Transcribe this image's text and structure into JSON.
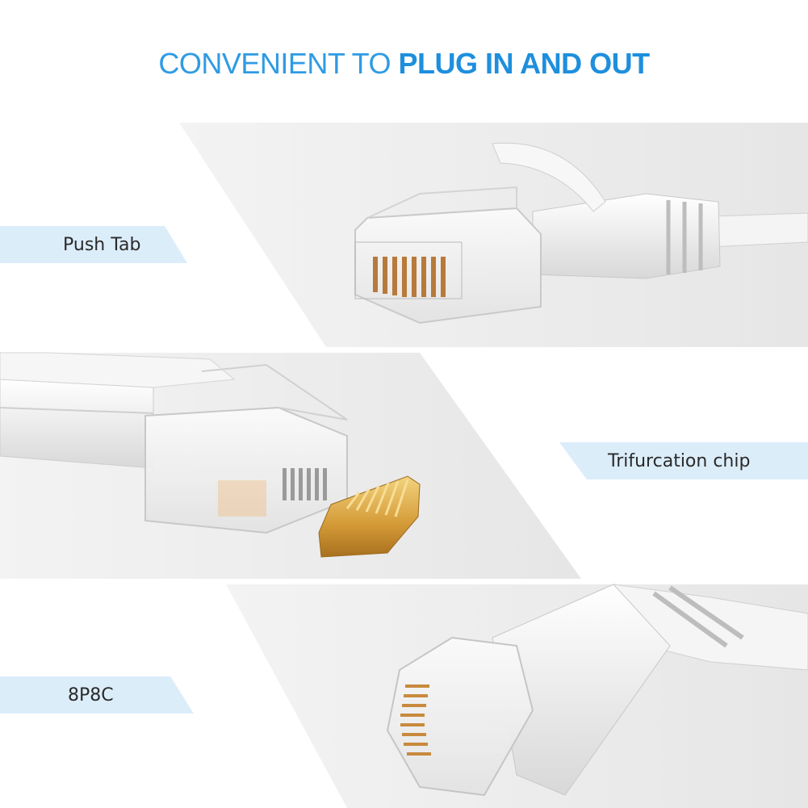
{
  "headline": {
    "light": "CONVENIENT TO ",
    "bold": "PLUG IN AND OUT"
  },
  "labels": {
    "push_tab": "Push Tab",
    "trifurcation_chip": "Trifurcation chip",
    "pin": "8P8C"
  },
  "colors": {
    "headline_light": "#2f9be3",
    "headline_bold": "#1e8fdd",
    "label_band": "#dcedfa",
    "panel_gray": "#ececec",
    "gold": "#d9a441"
  }
}
